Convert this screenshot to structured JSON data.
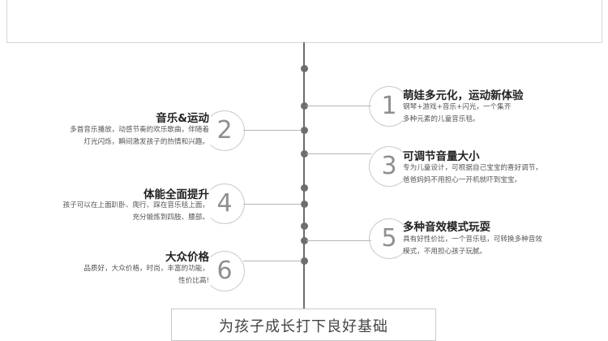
{
  "items": [
    {
      "num": "1",
      "title": "萌娃多元化，运动新体验",
      "desc1": "钢琴+游戏+音乐+闪光，一个集齐",
      "desc2": "多种元素的儿童音乐毯。"
    },
    {
      "num": "2",
      "title": "音乐&运动",
      "desc1": "多首音乐播放，动感节奏的欢乐歌曲，伴随着",
      "desc2": "灯光闪烁，瞬间激发孩子的热情和兴趣。"
    },
    {
      "num": "3",
      "title": "可调节音量大小",
      "desc1": "专为儿童设计，可根据自己宝宝的喜好调节，",
      "desc2": "爸爸妈妈不用担心一开机就吓到宝宝。"
    },
    {
      "num": "4",
      "title": "体能全面提升",
      "desc1": "孩子可以在上面趴卧、爬行、踩在音乐毯上面，",
      "desc2": "充分锻炼到四肢、腰部。"
    },
    {
      "num": "5",
      "title": "多种音效模式玩耍",
      "desc1": "具有好性价比，一个音乐毯，可转换多种音效",
      "desc2": "模式，不用担心孩子玩腻。"
    },
    {
      "num": "6",
      "title": "大众价格",
      "desc1": "品质好，大众价格，时尚，丰富的功能，",
      "desc2": "性价比高!"
    }
  ],
  "footer": {
    "text": "为孩子成长打下良好基础"
  }
}
